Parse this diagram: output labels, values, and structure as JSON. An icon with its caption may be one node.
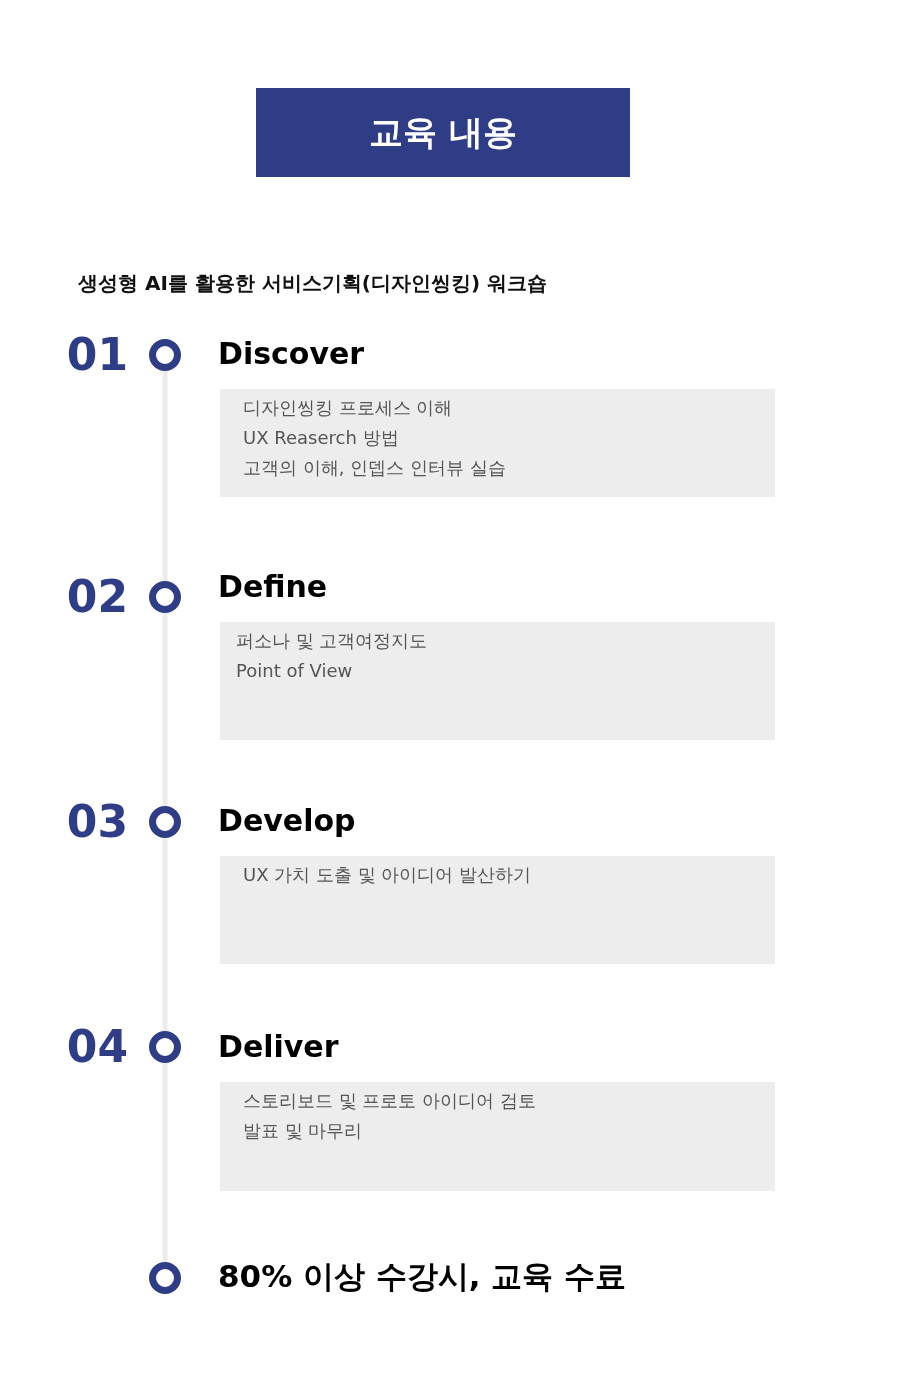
{
  "diagram": {
    "title": "교육 내용",
    "nodes": [
      {
        "text": [],
        "shape": "circle"
      },
      {
        "text": [
          "Discover",
          "디자인씽킹 프로세스 이해",
          "UX Reaserch 방법",
          "고객의 이해, 인뎁스 인터뷰 실습"
        ]
      },
      {
        "text": [],
        "shape": "circle"
      },
      {
        "text": [
          "Define",
          "퍼소나 및 고객여정지도",
          "Point of View"
        ]
      },
      {
        "text": [],
        "shape": "circle"
      },
      {
        "text": [
          "Develop",
          "UX 가치 도출 및 아이디어 발산하기"
        ]
      },
      {
        "text": [],
        "shape": "circle"
      },
      {
        "text": [
          "Deliver",
          "스토리보드 및 프로토 아이디어 검토",
          "발표 및 마무리"
        ]
      },
      {
        "text": [],
        "shape": "circle"
      }
    ],
    "edges": [
      {
        "from": 0,
        "to": 2,
        "arrow": "none"
      },
      {
        "from": 2,
        "to": 4,
        "arrow": "none"
      },
      {
        "from": 4,
        "to": 6,
        "arrow": "none"
      },
      {
        "from": 6,
        "to": 8,
        "arrow": "none"
      }
    ],
    "labels": [
      "생성형 AI를 활용한 서비스기획(디자인씽킹) 워크숍",
      "01",
      "02",
      "03",
      "04",
      "80% 이상 수강시, 교육 수료"
    ]
  }
}
